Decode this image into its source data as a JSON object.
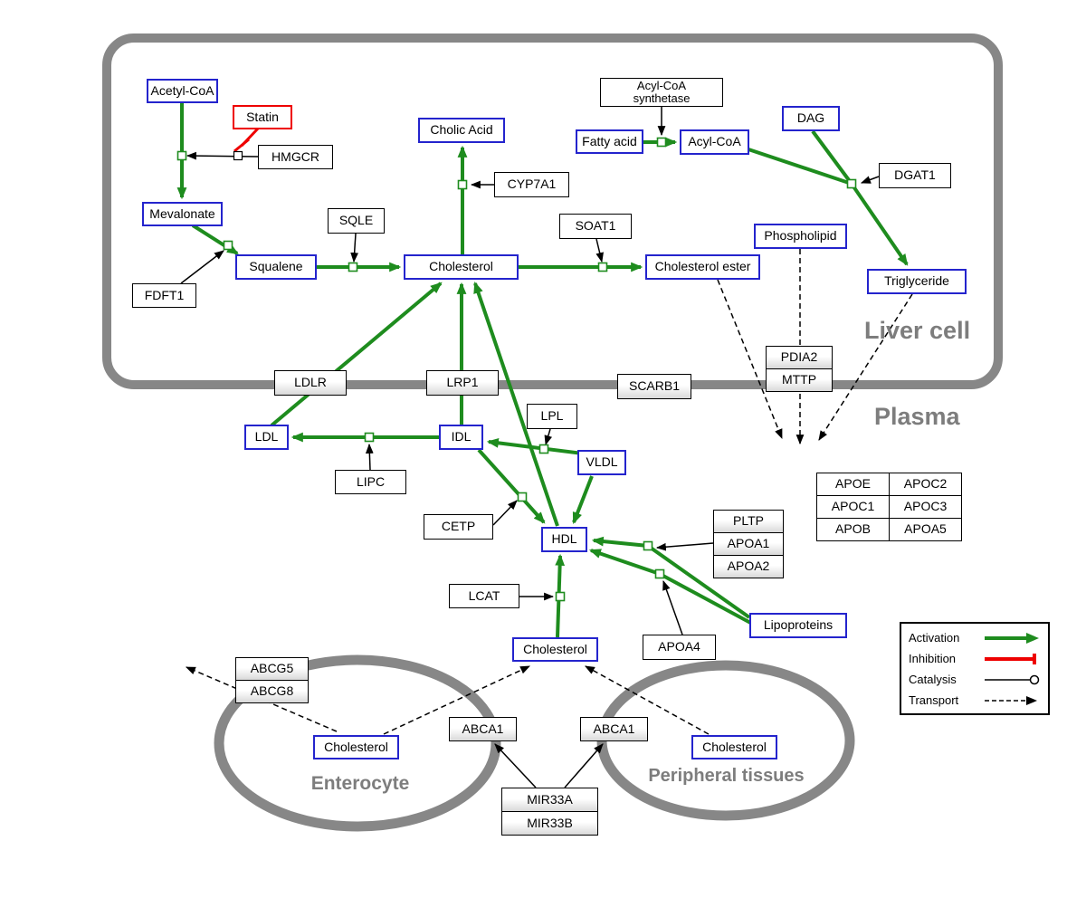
{
  "regions": {
    "liver_cell": "Liver cell",
    "plasma": "Plasma",
    "enterocyte": "Enterocyte",
    "peripheral_tissues": "Peripheral tissues"
  },
  "metabolites": {
    "acetyl_coa": "Acetyl-CoA",
    "mevalonate": "Mevalonate",
    "squalene": "Squalene",
    "cholic_acid": "Cholic Acid",
    "cholesterol_liver": "Cholesterol",
    "fatty_acid": "Fatty acid",
    "acyl_coa": "Acyl-CoA",
    "dag": "DAG",
    "phospholipid": "Phospholipid",
    "cholesterol_ester": "Cholesterol ester",
    "triglyceride": "Triglyceride",
    "ldl": "LDL",
    "idl": "IDL",
    "vldl": "VLDL",
    "hdl": "HDL",
    "cholesterol_plasma": "Cholesterol",
    "lipoproteins": "Lipoproteins",
    "cholesterol_enterocyte": "Cholesterol",
    "cholesterol_peripheral": "Cholesterol"
  },
  "genes": {
    "statin": "Statin",
    "hmgcr": "HMGCR",
    "sqle": "SQLE",
    "fdft1": "FDFT1",
    "cyp7a1": "CYP7A1",
    "acyl_coa_synthetase": "Acyl-CoA synthetase",
    "soat1": "SOAT1",
    "dgat1": "DGAT1",
    "pdia2": "PDIA2",
    "mttp": "MTTP",
    "ldlr": "LDLR",
    "lrp1": "LRP1",
    "scarb1": "SCARB1",
    "lpl": "LPL",
    "lipc": "LIPC",
    "cetp": "CETP",
    "lcat": "LCAT",
    "pltp": "PLTP",
    "apoa1": "APOA1",
    "apoa2": "APOA2",
    "apoa4": "APOA4",
    "apoe": "APOE",
    "apoc1": "APOC1",
    "apob": "APOB",
    "apoc2": "APOC2",
    "apoc3": "APOC3",
    "apoa5": "APOA5",
    "abcg5": "ABCG5",
    "abcg8": "ABCG8",
    "abca1": "ABCA1",
    "mir33a": "MIR33A",
    "mir33b": "MIR33B"
  },
  "legend": {
    "activation": "Activation",
    "inhibition": "Inhibition",
    "catalysis": "Catalysis",
    "transport": "Transport"
  },
  "colors": {
    "activation": "#1e8c1e",
    "inhibition": "#ee0000",
    "metabolite_border": "#2424cd",
    "compartment": "#878787"
  }
}
